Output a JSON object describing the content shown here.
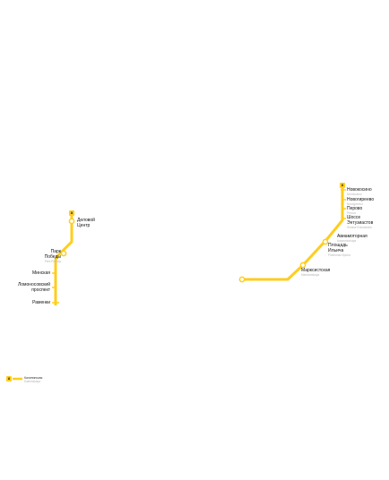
{
  "map": {
    "line_number": "8",
    "line_color": "#ffcd1c",
    "west_section": {
      "stations": [
        {
          "name": "Деловой\nЦентр",
          "sub": ""
        },
        {
          "name": "Парк\nПобеды",
          "sub": "Park Pobedy"
        },
        {
          "name": "Минская",
          "sub": ""
        },
        {
          "name": "Ломоносовский\nпроспект",
          "sub": ""
        },
        {
          "name": "Раменки",
          "sub": ""
        }
      ]
    },
    "east_section": {
      "stations": [
        {
          "name": "Новокосино",
          "sub": "Novokosino"
        },
        {
          "name": "Новогиреево",
          "sub": "Novogireevo"
        },
        {
          "name": "Перово",
          "sub": "Perovo"
        },
        {
          "name": "Шоссе\nЭнтузиастов",
          "sub": "Shosse Entuziastov"
        },
        {
          "name": "Авиамоторная",
          "sub": "Aviamotornaya"
        },
        {
          "name": "Площадь\nИльича",
          "sub": "Ploshchad Ilyicha"
        },
        {
          "name": "Марксистская",
          "sub": "Marksistskaya"
        }
      ]
    },
    "legend": {
      "line_name": "Калининская",
      "line_name_en": "Kalininskaya"
    }
  }
}
